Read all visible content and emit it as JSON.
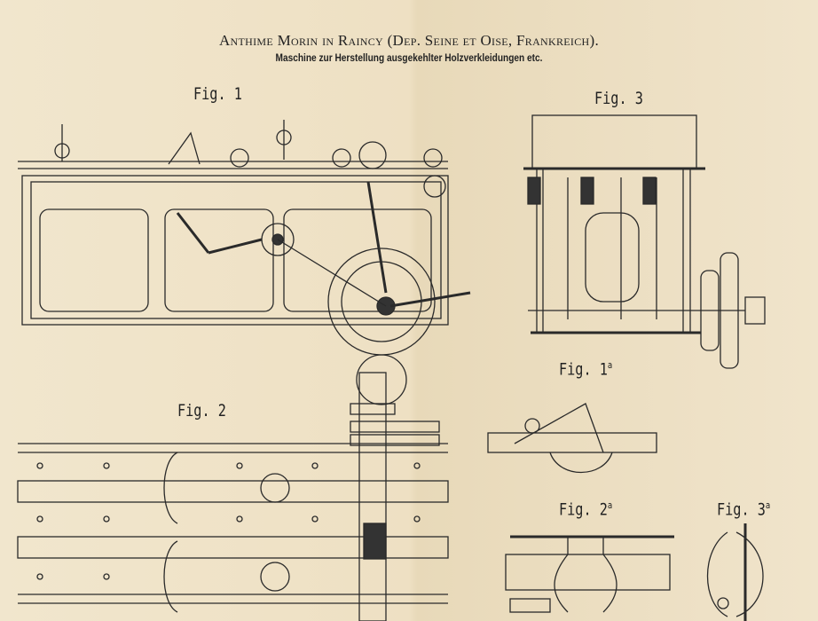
{
  "header": {
    "title": "Anthime Morin in Raincy (Dep. Seine et Oise, Frankreich).",
    "subtitle": "Maschine zur Herstellung ausgekehlter Holzverkleidungen etc."
  },
  "figures": {
    "fig1": "Fig. 1",
    "fig2": "Fig. 2",
    "fig3": "Fig. 3",
    "fig1a": "Fig. 1",
    "fig1a_sup": "a",
    "fig2a": "Fig. 2",
    "fig2a_sup": "a",
    "fig3a": "Fig. 3",
    "fig3a_sup": "a"
  }
}
